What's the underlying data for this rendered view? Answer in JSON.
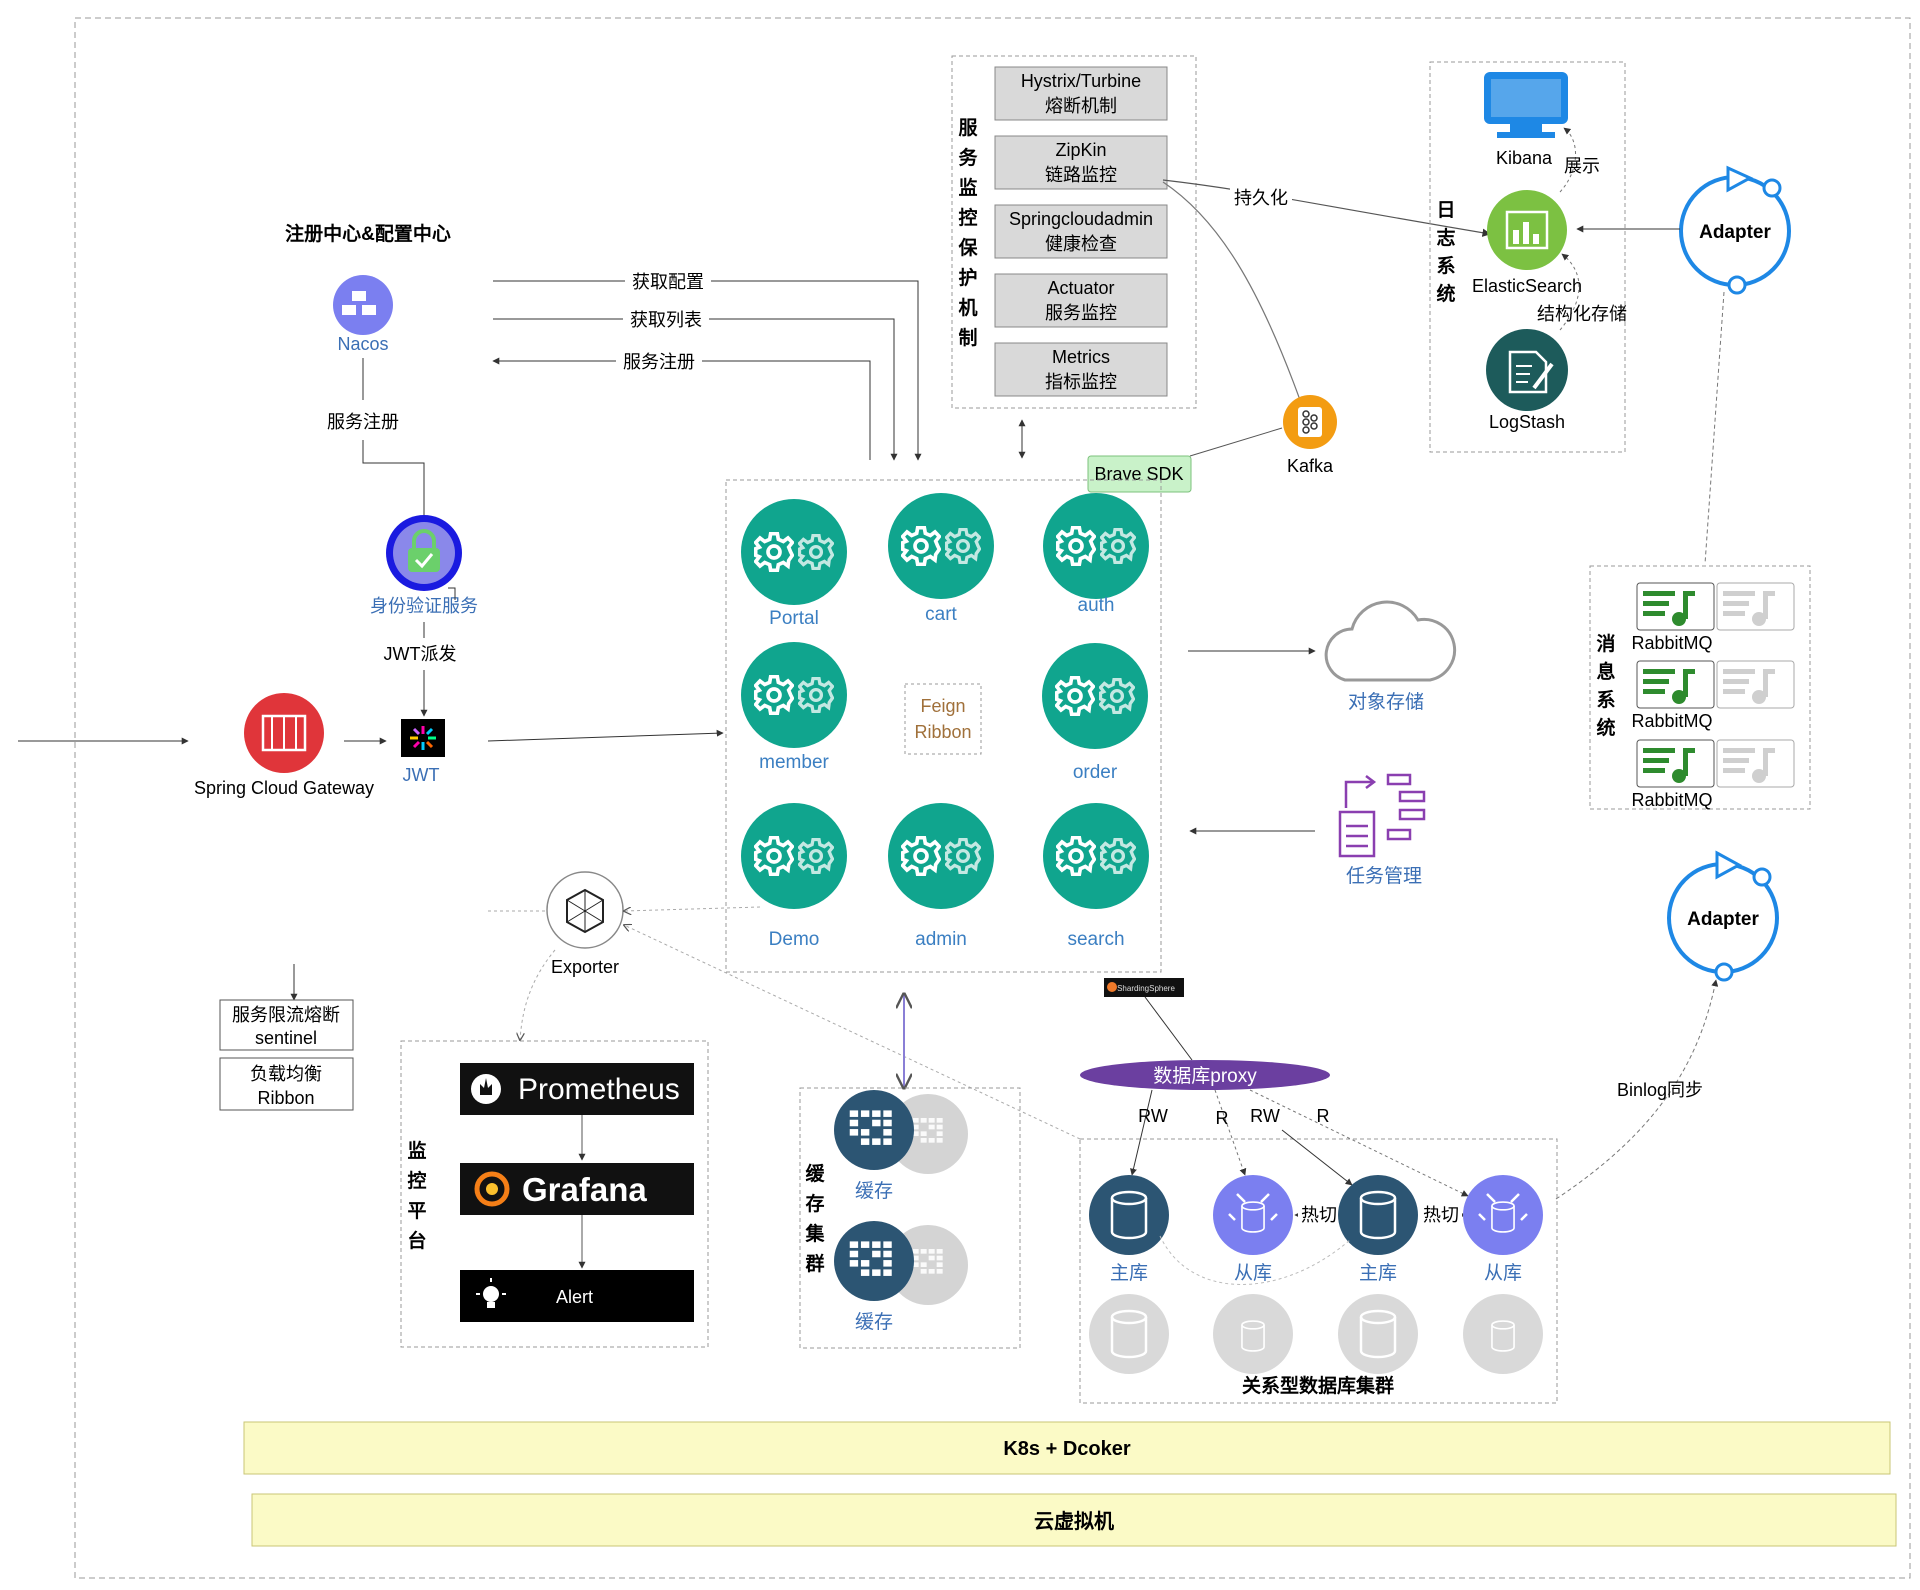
{
  "registry": {
    "title": "注册中心&配置中心",
    "nacos": "Nacos",
    "service_register": "服务注册"
  },
  "edges": {
    "get_config": "获取配置",
    "get_list": "获取列表",
    "register": "服务注册",
    "persist": "持久化",
    "show": "展示",
    "structured_storage": "结构化存储",
    "jwt_issue": "JWT派发",
    "binlog_sync": "Binlog同步",
    "rw": "RW",
    "r": "R",
    "hot_switch": "热切"
  },
  "auth": {
    "label": "身份验证服务"
  },
  "gateway": {
    "label": "Spring Cloud Gateway",
    "jwt": "JWT"
  },
  "monitoring_section": {
    "vertical_title": "服务监控保护机制",
    "items": [
      {
        "line1": "Hystrix/Turbine",
        "line2": "熔断机制"
      },
      {
        "line1": "ZipKin",
        "line2": "链路监控"
      },
      {
        "line1": "Springcloudadmin",
        "line2": "健康检查"
      },
      {
        "line1": "Actuator",
        "line2": "服务监控"
      },
      {
        "line1": "Metrics",
        "line2": "指标监控"
      }
    ]
  },
  "log_system": {
    "vertical_title": "日志系统",
    "kibana": "Kibana",
    "elasticsearch": "ElasticSearch",
    "logstash": "LogStash"
  },
  "kafka": "Kafka",
  "brave_sdk": "Brave SDK",
  "adapters": [
    "Adapter",
    "Adapter"
  ],
  "services": [
    "Portal",
    "cart",
    "auth",
    "member",
    "order",
    "Demo",
    "admin",
    "search"
  ],
  "feign": {
    "line1": "Feign",
    "line2": "Ribbon"
  },
  "object_storage": "对象存储",
  "task_mgmt": "任务管理",
  "message_system": {
    "vertical_title": "消息系统",
    "items": [
      "RabbitMQ",
      "RabbitMQ",
      "RabbitMQ"
    ]
  },
  "exporter": "Exporter",
  "sentinel": {
    "line1": "服务限流熔断",
    "line2": "sentinel"
  },
  "ribbon_box": {
    "line1": "负载均衡",
    "line2": "Ribbon"
  },
  "monitor_platform": {
    "vertical_title": "监控平台",
    "prometheus": "Prometheus",
    "grafana": "Grafana",
    "alert": "Alert"
  },
  "cache_cluster": {
    "vertical_title": "缓存集群",
    "items": [
      "缓存",
      "缓存"
    ]
  },
  "sharding": "ShardingSphere",
  "db_proxy": "数据库proxy",
  "db_cluster": {
    "master1": "主库",
    "slave1": "从库",
    "master2": "主库",
    "slave2": "从库",
    "title": "关系型数据库集群"
  },
  "k8s": "K8s + Dcoker",
  "cloud_vm": "云虚拟机",
  "colors": {
    "teal": "#10a58e",
    "nacos": "#7b7ff0",
    "gateway_red": "#e0353a",
    "adapter_blue": "#1e88e5",
    "kibana_blue": "#1e88e5",
    "es_green": "#7cc142",
    "logstash_dark": "#1d5b5b",
    "kafka_orange": "#f39c12",
    "brave_green": "#c9f2c9",
    "proxy_purple": "#6b3fa0",
    "db_navy": "#2c5573",
    "slave_purple": "#7b7ff0",
    "yellow_bar": "#fbfac6",
    "rabbit_green": "#2e8b2e"
  }
}
